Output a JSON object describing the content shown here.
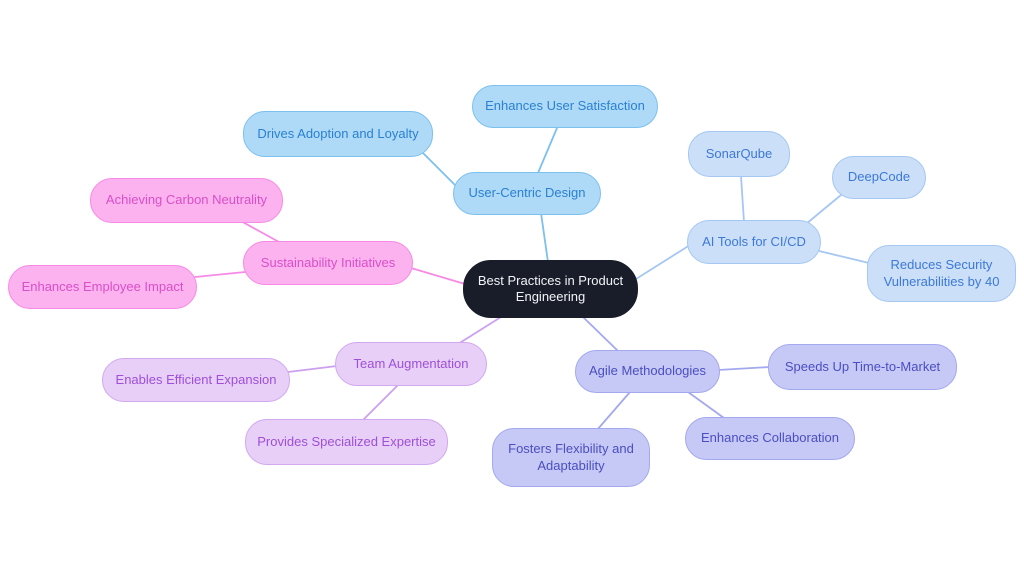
{
  "mindmap": {
    "root": {
      "label": "Best Practices in Product Engineering",
      "fill": "#181d29",
      "text_color": "#f2f4f7"
    },
    "branches": [
      {
        "label": "User-Centric Design",
        "fill": "#aedaf7",
        "border": "#7cc0ee",
        "text_color": "#2a80d3",
        "line_color": "#7cc0ee",
        "children": [
          {
            "label": "Enhances User Satisfaction"
          },
          {
            "label": "Drives Adoption and Loyalty"
          }
        ]
      },
      {
        "label": "AI Tools for CI/CD",
        "fill": "#cbdff8",
        "border": "#a5c7f2",
        "text_color": "#3c79d8",
        "line_color": "#a5c7f2",
        "children": [
          {
            "label": "SonarQube"
          },
          {
            "label": "DeepCode"
          },
          {
            "label": "Reduces Security Vulnerabilities by 40"
          }
        ]
      },
      {
        "label": "Sustainability Initiatives",
        "fill": "#fbb2ef",
        "border": "#f78ae6",
        "text_color": "#d94fc7",
        "line_color": "#f78ae6",
        "children": [
          {
            "label": "Achieving Carbon Neutrality"
          },
          {
            "label": "Enhances Employee Impact"
          }
        ]
      },
      {
        "label": "Team Augmentation",
        "fill": "#e7cff7",
        "border": "#d2a8f0",
        "text_color": "#9f4fd8",
        "line_color": "#cba0ee",
        "children": [
          {
            "label": "Enables Efficient Expansion"
          },
          {
            "label": "Provides Specialized Expertise"
          }
        ]
      },
      {
        "label": "Agile Methodologies",
        "fill": "#c6c9f6",
        "border": "#a3a8ef",
        "text_color": "#4a4ec0",
        "line_color": "#a3a8ef",
        "children": [
          {
            "label": "Speeds Up Time-to-Market"
          },
          {
            "label": "Enhances Collaboration"
          },
          {
            "label": "Fosters Flexibility and Adaptability"
          }
        ]
      }
    ]
  }
}
